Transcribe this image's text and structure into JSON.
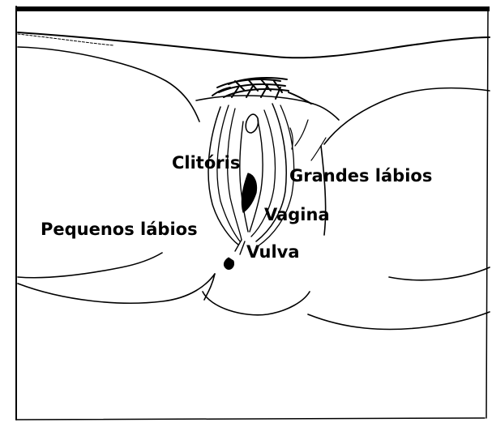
{
  "labels": {
    "clitoris": "Clitóris",
    "labia_majora": "Grandes lábios",
    "vagina": "Vagina",
    "labia_minora": "Pequenos lábios",
    "vulva": "Vulva"
  },
  "colors": {
    "line": "#000000",
    "background": "#ffffff"
  }
}
